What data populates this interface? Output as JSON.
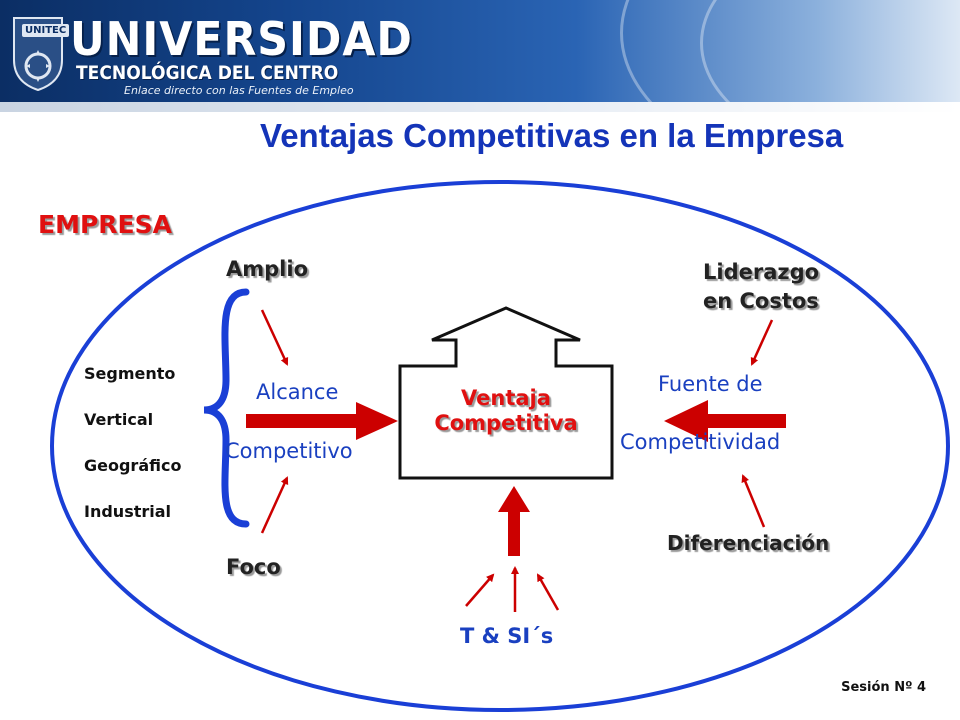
{
  "header": {
    "badge": "UNITEC",
    "title": "UNIVERSIDAD",
    "subtitle": "TECNOLÓGICA DEL CENTRO",
    "tagline": "Enlace directo con las Fuentes de Empleo"
  },
  "slide": {
    "title": "Ventajas Competitivas en la Empresa",
    "footer": "Sesión Nº 4"
  },
  "diagram": {
    "container_label": "EMPRESA",
    "scope": {
      "top": "Amplio",
      "bottom": "Foco",
      "items": [
        "Segmento",
        "Vertical",
        "Geográfico",
        "Industrial"
      ],
      "label_line1": "Alcance",
      "label_line2": "Competitivo"
    },
    "center": {
      "line1": "Ventaja",
      "line2": "Competitiva"
    },
    "source": {
      "top_line1": "Liderazgo",
      "top_line2": "en Costos",
      "bottom": "Diferenciación",
      "label_line1": "Fuente de",
      "label_line2": "Competitividad"
    },
    "bottom_input": "T & SI´s"
  },
  "colors": {
    "title_blue": "#1434b8",
    "ellipse_blue": "#1a3fd6",
    "accent_red": "#cc0000",
    "label_red": "#e01010",
    "text_blue": "#1a40c0"
  }
}
